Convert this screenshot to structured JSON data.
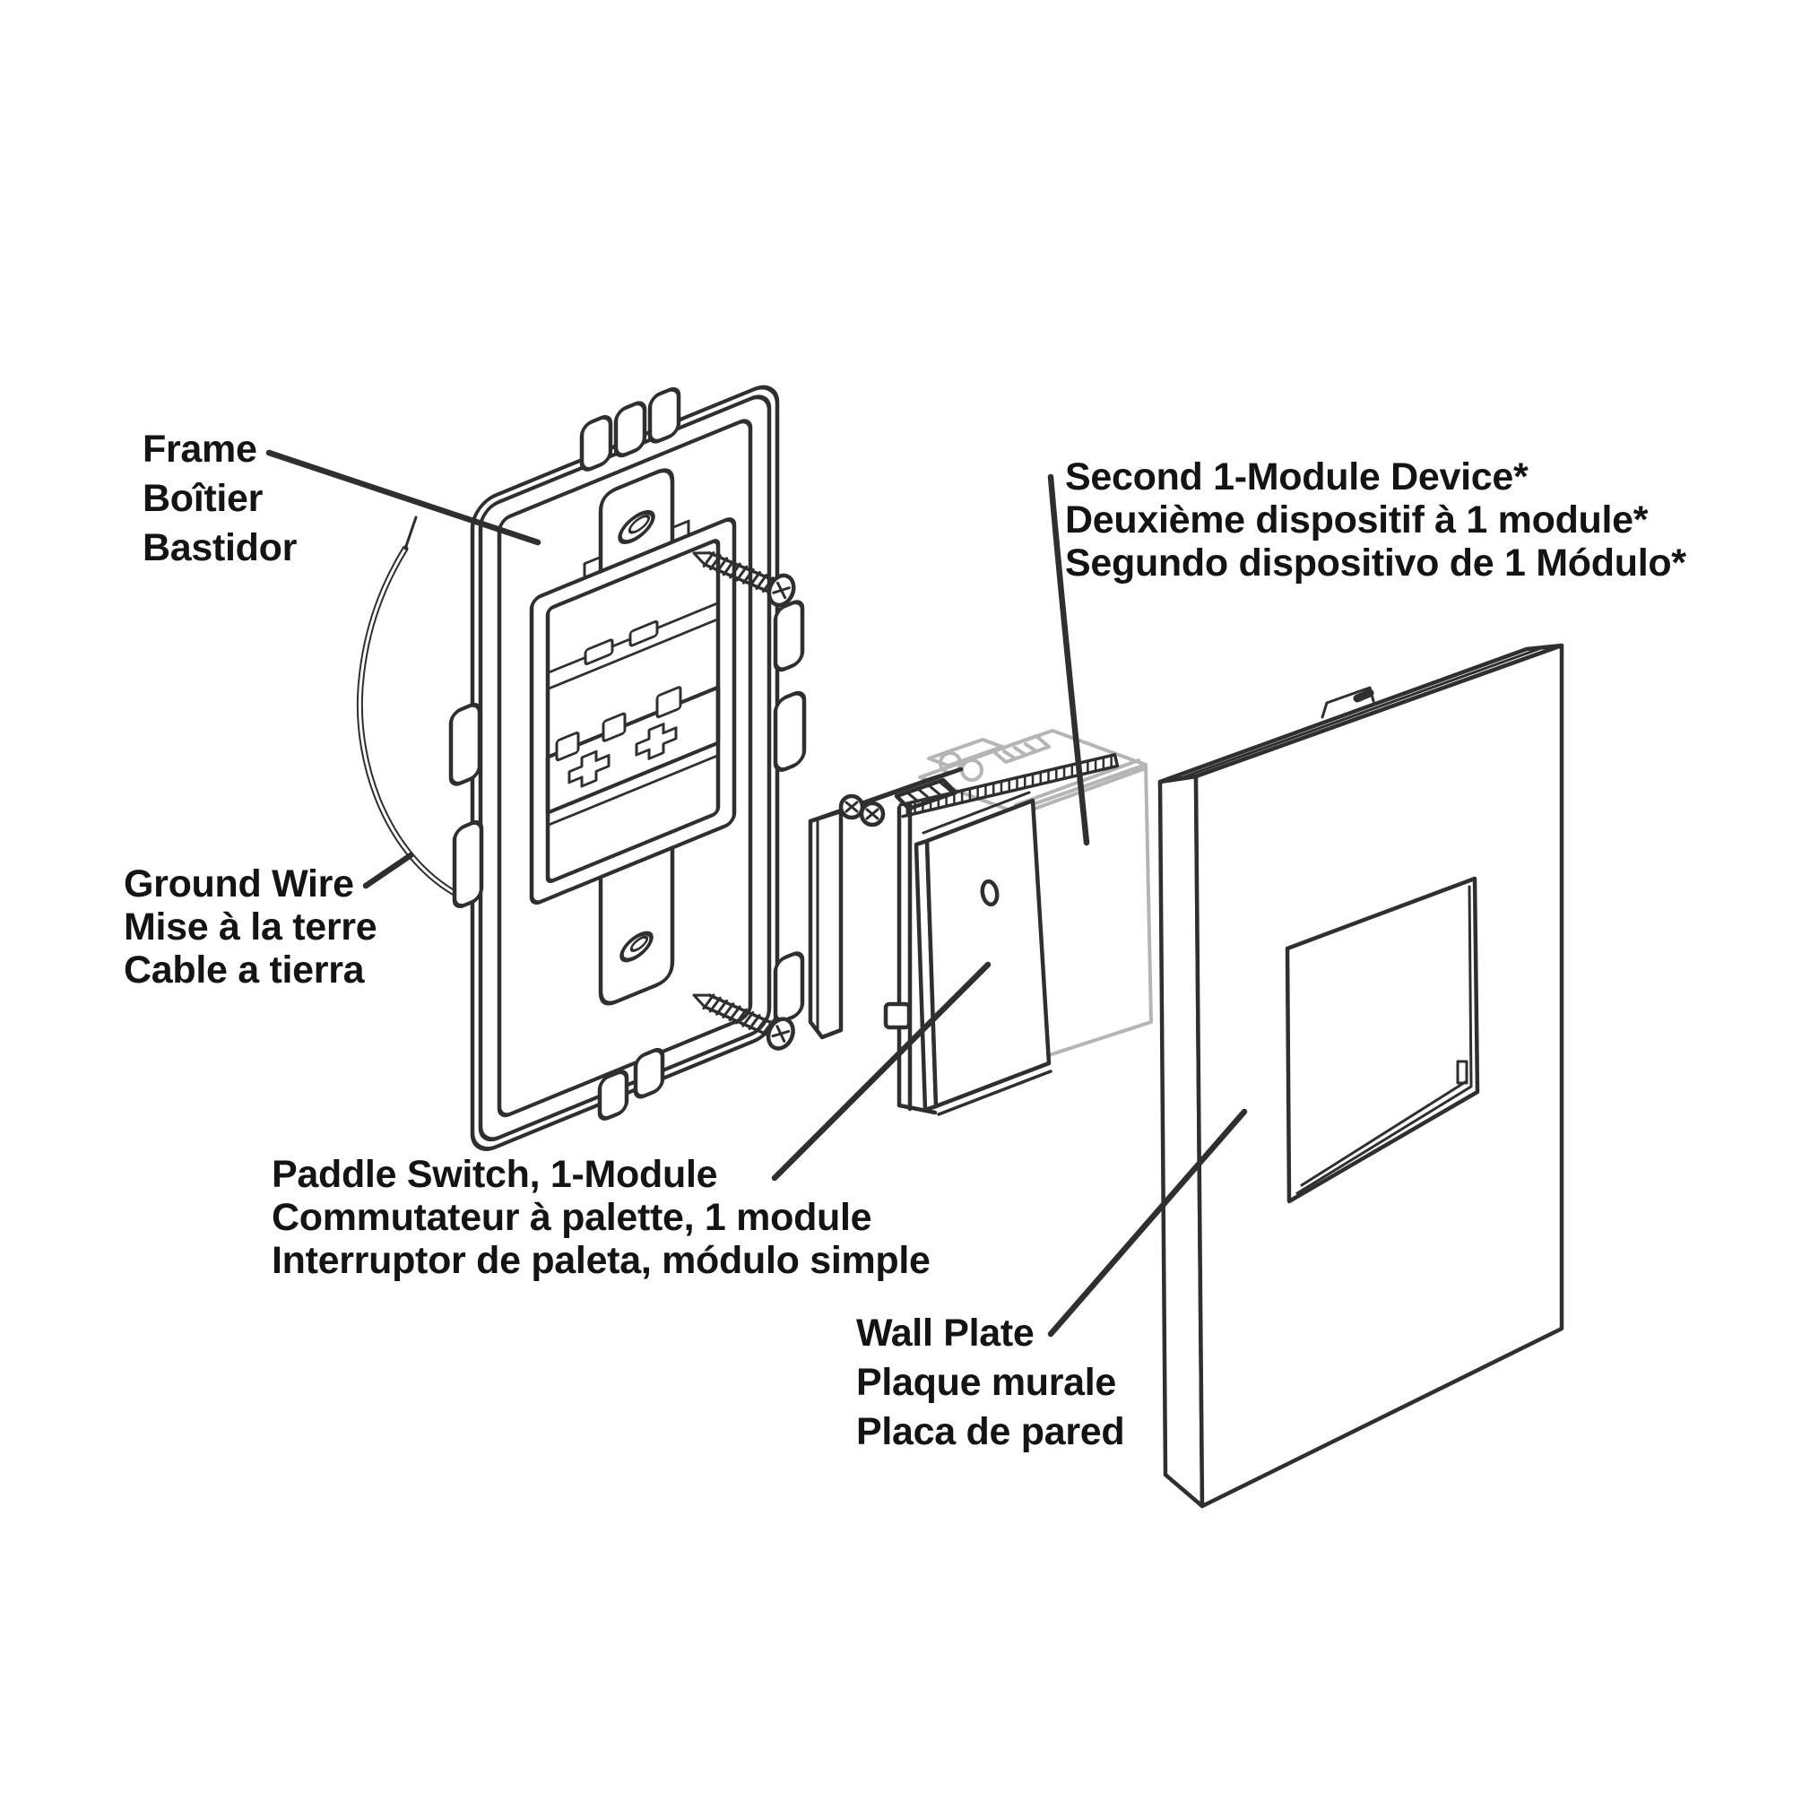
{
  "figure": {
    "type": "exploded-assembly-diagram",
    "background": "#ffffff",
    "line_color": "#2f2f2f",
    "ghost_line_color": "#b5b5b5",
    "text_color": "#141414"
  },
  "labels": {
    "frame": {
      "en": "Frame",
      "fr": "Boîtier",
      "es": "Bastidor"
    },
    "ground_wire": {
      "en": "Ground Wire",
      "fr": "Mise à la terre",
      "es": "Cable a tierra"
    },
    "second_module": {
      "en": "Second 1-Module Device*",
      "fr": "Deuxième dispositif à 1 module*",
      "es": "Segundo dispositivo de 1 Módulo*"
    },
    "paddle_switch": {
      "en": "Paddle Switch, 1-Module",
      "fr": "Commutateur à palette, 1 module",
      "es": "Interruptor de paleta, módulo simple"
    },
    "wall_plate": {
      "en": "Wall Plate",
      "fr": "Plaque murale",
      "es": "Placa de pared"
    }
  }
}
